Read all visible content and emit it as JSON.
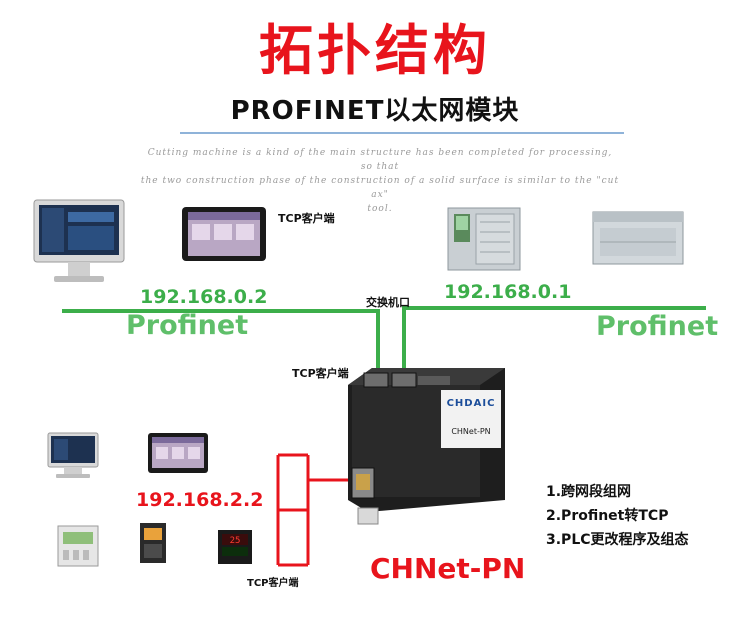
{
  "header": {
    "title": "拓扑结构",
    "subtitle": "PROFINET以太网模块",
    "description_lines": [
      "Cutting machine is a kind of the main structure has been completed for processing, so that",
      "the two construction phase of the construction of a solid surface is similar to the \"cut ax\"",
      "tool."
    ]
  },
  "network": {
    "left_ip": "192.168.0.2",
    "left_protocol": "Profinet",
    "right_ip": "192.168.0.1",
    "right_protocol": "Profinet",
    "switch_label": "交换机口",
    "tcp_client_top": "TCP客户端",
    "tcp_client_mid": "TCP客户端",
    "tcp_client_bottom": "TCP客户端"
  },
  "module": {
    "logo": "CHDAIC",
    "model_small": "CHNet-PN",
    "name": "CHNet-PN"
  },
  "subnet": {
    "ip": "192.168.2.2"
  },
  "features": [
    "1.跨网段组网",
    "2.Profinet转TCP",
    "3.PLC更改程序及组态"
  ],
  "colors": {
    "title_red": "#e8141c",
    "line_green": "#3cae4a",
    "line_red": "#e8141c"
  }
}
